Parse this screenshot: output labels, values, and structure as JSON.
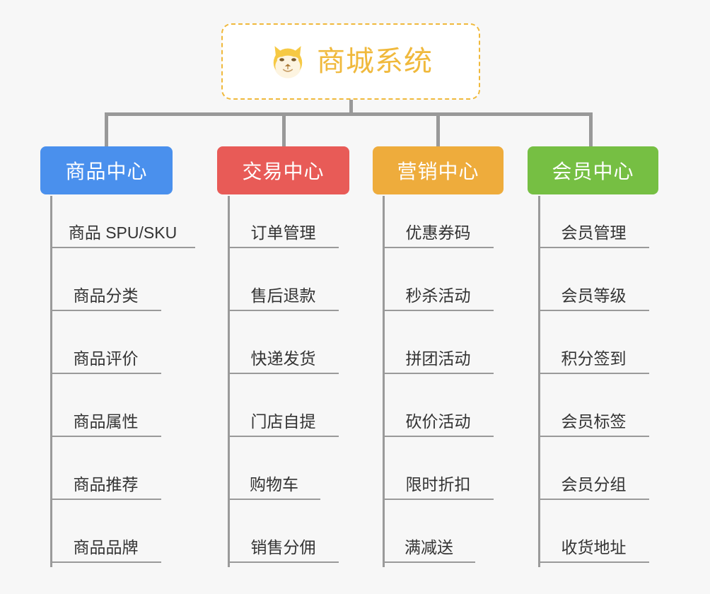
{
  "diagram": {
    "type": "mindmap-tree",
    "background_color": "#f7f7f7",
    "root": {
      "title": "商城系统",
      "icon": "shiba-dog-face-icon",
      "text_color": "#f0b93c",
      "border_color": "#f0b93c",
      "border_style": "dashed",
      "background_color": "#ffffff"
    },
    "connector_color": "#999999",
    "branches": [
      {
        "label": "商品中心",
        "color": "#4a90ed",
        "items": [
          "商品 SPU/SKU",
          "商品分类",
          "商品评价",
          "商品属性",
          "商品推荐",
          "商品品牌"
        ]
      },
      {
        "label": "交易中心",
        "color": "#e85b57",
        "items": [
          "订单管理",
          "售后退款",
          "快递发货",
          "门店自提",
          "购物车",
          "销售分佣"
        ]
      },
      {
        "label": "营销中心",
        "color": "#eeac3c",
        "items": [
          "优惠券码",
          "秒杀活动",
          "拼团活动",
          "砍价活动",
          "限时折扣",
          "满减送"
        ]
      },
      {
        "label": "会员中心",
        "color": "#76bf43",
        "items": [
          "会员管理",
          "会员等级",
          "积分签到",
          "会员标签",
          "会员分组",
          "收货地址"
        ]
      }
    ]
  }
}
